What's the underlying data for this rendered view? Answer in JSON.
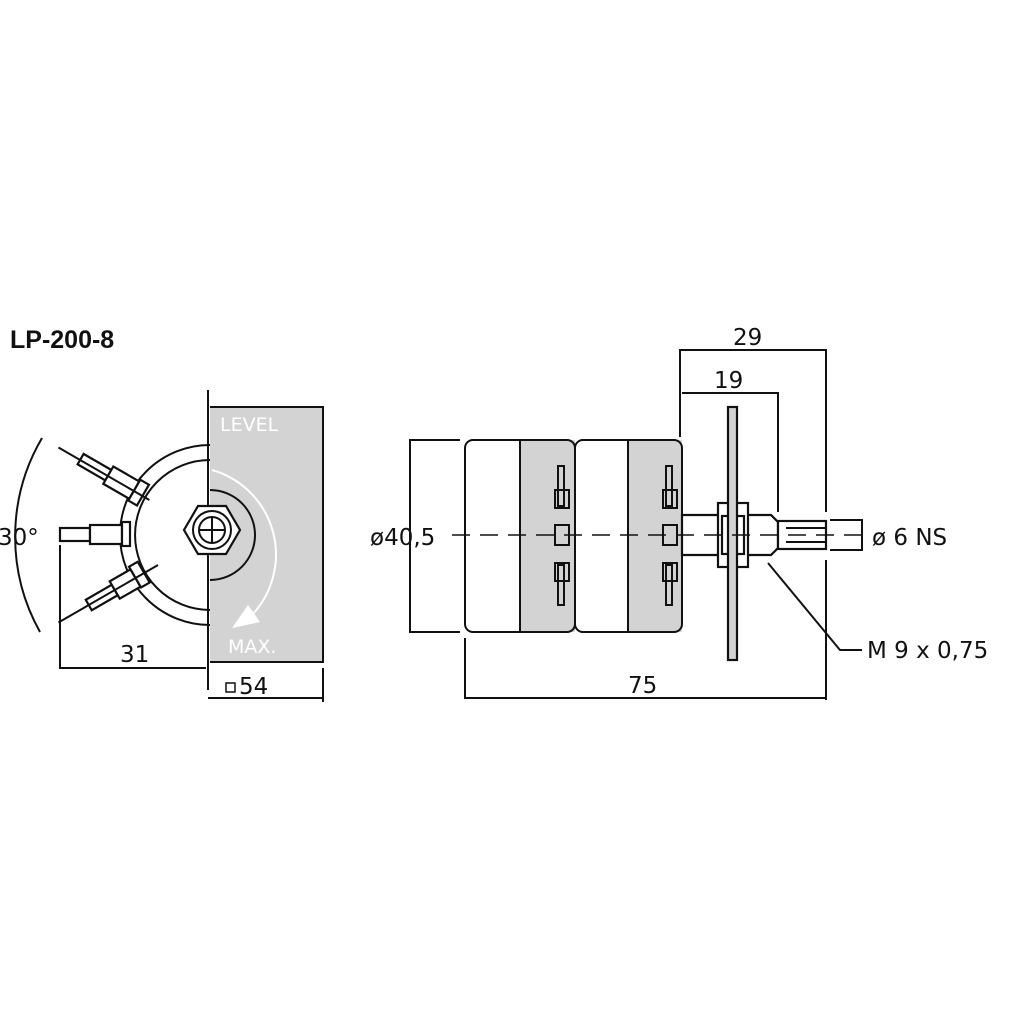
{
  "title": "LP-200-8",
  "front_view": {
    "panel_label_top": "LEVEL",
    "panel_label_bottom": "MAX.",
    "angle_label": "30°",
    "dim_depth": "31",
    "dim_panel_symbol": "square",
    "dim_panel": "54"
  },
  "side_view": {
    "dim_diameter": "ø40,5",
    "dim_shaft_total": "29",
    "dim_thread_length": "19",
    "dim_overall": "75",
    "dim_shaft_diameter": "ø 6 NS",
    "dim_thread": "M 9 x 0,75"
  },
  "colors": {
    "fill_gray": "#d3d3d3",
    "line": "#111111"
  }
}
